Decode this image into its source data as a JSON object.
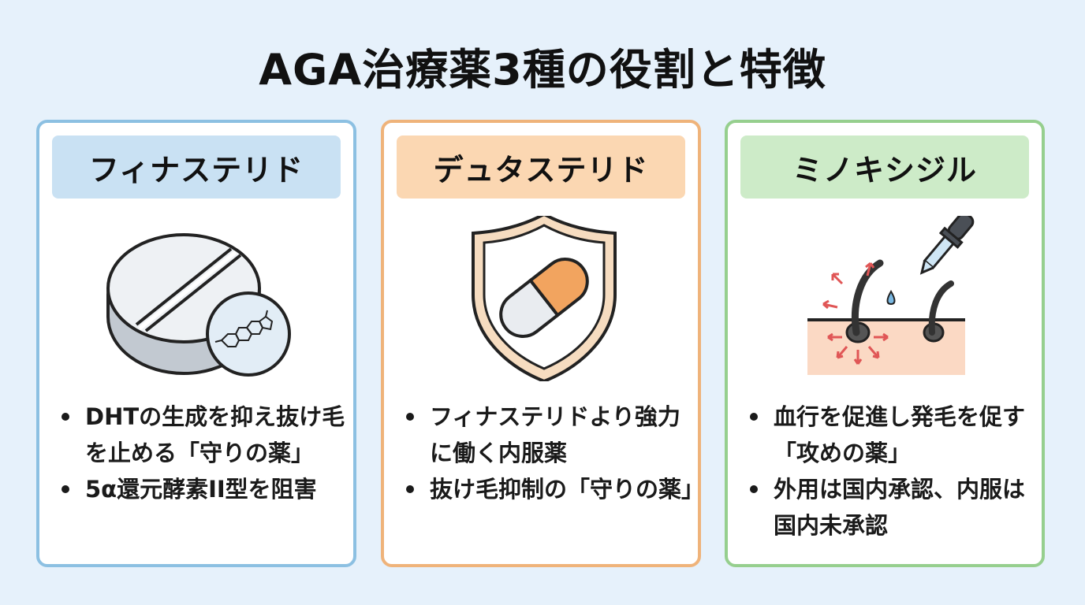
{
  "title": "AGA治療薬3種の役割と特徴",
  "cards": [
    {
      "name": "フィナステリド",
      "icon": "tablet-with-molecule-icon",
      "accent": "#8cc0e2",
      "header_bg": "#c9e1f3",
      "bullets": [
        "DHTの生成を抑え抜け毛を止める「守りの薬」",
        "5α還元酵素II型を阻害"
      ]
    },
    {
      "name": "デュタステリド",
      "icon": "shield-capsule-icon",
      "accent": "#efb37a",
      "header_bg": "#fbd7b2",
      "bullets": [
        "フィナステリドより強力に働く内服薬",
        "抜け毛抑制の「守りの薬」"
      ]
    },
    {
      "name": "ミノキシジル",
      "icon": "dropper-scalp-hair-icon",
      "accent": "#96cf8e",
      "header_bg": "#cdebc8",
      "bullets": [
        "血行を促進し発毛を促す「攻めの薬」",
        "外用は国内承認、内服は国内未承認"
      ]
    }
  ]
}
